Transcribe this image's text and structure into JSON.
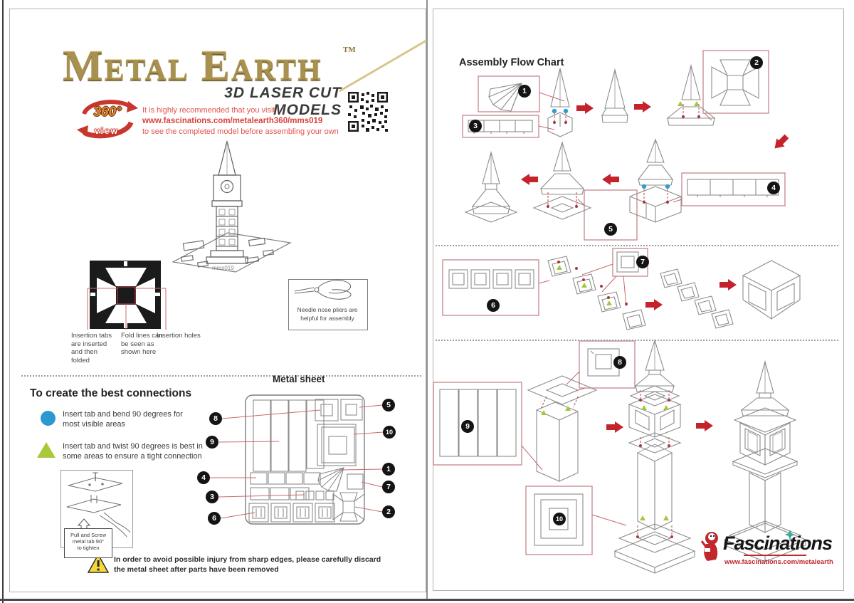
{
  "left": {
    "logo_title": "Metal Earth",
    "logo_tm": "TM",
    "logo_subtitle": "3D LASER CUT MODELS",
    "badge360_value": "360°",
    "badge360_label": "view",
    "intro_line1": "It is highly recommended that you visit",
    "intro_line2": "www.fascinations.com/metalearth360/mms019",
    "intro_line3": "to see the completed model before assembling your own",
    "model_code": "mms019",
    "label_insertion_tabs": "Insertion tabs are inserted and then folded",
    "label_fold_lines": "Fold lines can be seen as shown here",
    "label_insertion_holes": "Insertion holes",
    "pliers_note_line1": "Needle nose pliers are",
    "pliers_note_line2": "helpful for assembly",
    "connections_heading": "To create the best connections",
    "tip_bend": "Insert tab and bend 90 degrees for most visible areas",
    "tip_twist": "Insert tab and twist 90 degrees is best in some areas to ensure a tight connection",
    "tool_note_line1": "Pull and Screw",
    "tool_note_line2": "metal tab 90°",
    "tool_note_line3": "to tighten",
    "metal_sheet_heading": "Metal sheet",
    "warning_text": "In order to avoid possible injury from sharp edges, please carefully discard the metal sheet after parts have been removed"
  },
  "right": {
    "heading": "Assembly Flow Chart",
    "brand_name": "Fascinations",
    "brand_url": "www.fascinations.com/metalearth"
  },
  "parts": {
    "p1": "1",
    "p2": "2",
    "p3": "3",
    "p4": "4",
    "p5": "5",
    "p6": "6",
    "p7": "7",
    "p8": "8",
    "p9": "9",
    "p10": "10"
  },
  "icons": {
    "badge360_icon": "circular-arrows",
    "qr_code_icon": "qr-pattern",
    "warning_icon": "exclamation-triangle",
    "bend_marker_icon": "blue-circle",
    "twist_marker_icon": "green-triangle",
    "pliers_icon": "needle-nose-pliers"
  },
  "colors": {
    "accent_red": "#c4232b",
    "callout_pink": "#c98f93",
    "text_red": "#e2544d",
    "blue_marker": "#2e9fd0",
    "green_marker": "#a6c63e",
    "gold": "#a8904e",
    "warning_yellow": "#f7d83a"
  }
}
